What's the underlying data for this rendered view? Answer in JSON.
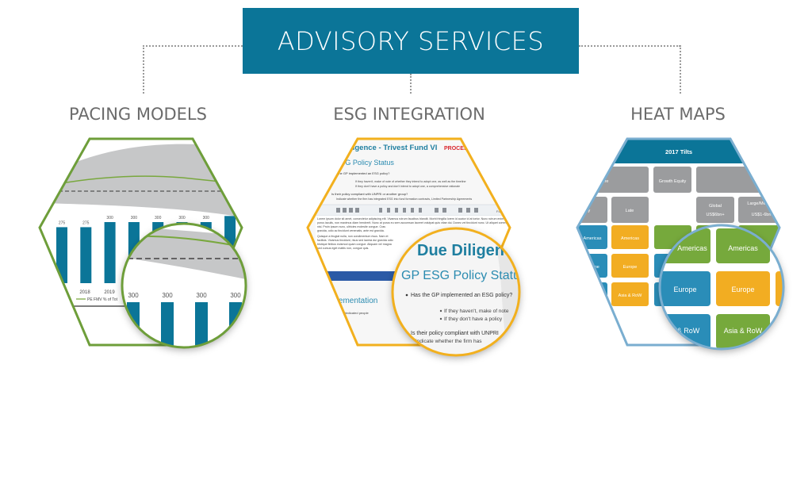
{
  "title": "ADVISORY SERVICES",
  "colors": {
    "brand": "#0b7598",
    "pacing": "#6e9e3a",
    "esg": "#f2b01e",
    "heat": "#7aaed0"
  },
  "sections": {
    "pacing": {
      "heading": "PACING MODELS",
      "bar_labels": [
        "275",
        "275",
        "300",
        "300",
        "300",
        "300",
        "300"
      ],
      "bar_values": [
        275,
        275,
        300,
        300,
        300,
        300,
        300,
        330
      ],
      "years": [
        "2018",
        "2019"
      ],
      "legend": "PE FMV % of Tot",
      "magnified_labels": [
        "300",
        "300",
        "300",
        "300"
      ]
    },
    "esg": {
      "heading": "ESG INTEGRATION",
      "doc_title": "Due Diligence - Trivest Fund VI",
      "doc_status": "PROCESSING",
      "section_title": "GP ESG Policy Status",
      "question1": "Has the GP implemented an ESG policy?",
      "bullet1": "If they haven't, make of note of whether they intend to adopt one, as well as the timeline",
      "bullet2": "If they don't have a policy and don't intend to adopt one, a comprehensive rationale",
      "question2": "Is their policy compliant with UNPRI or another group?",
      "question2_detail": "Indicate whether the firm has integrated ESG into fund formation contracts, Limited Partnership Agreements",
      "editor_format": "Format",
      "lorem1": "Lorem ipsum dolor sit amet, consectetur adipiscing elit. Vivamus rutrum faucibus blandit. Morbi fringilla lorem id auctor id at tortor. Nunc rutrum enim nec purus iaculis, non maximus diam hendrerit. Nunc at purus eu sem accumsan laoreet volutpat quis vitae dui. Donec vel tincidunt nunc. Ut aliquet commodo nisl. Proin ipsum nunc, ultricies molestie congue. Cras gravida, odio ac tincidunt venenatis, ante est gravida.",
      "lorem2": "Quisque a feugiat nulla, non condimentum risus. Nam et facilisis. Vivamus tincidunt, risus sed lacinia dui gravida odio tristique finibus euismod quam congue. Aliquam vel magna sed cursus eget mattis non, congue quis.",
      "section2_title": "Implementation",
      "section2_text": "Whether dedicated people",
      "magnified": {
        "title": "Due Diligence",
        "section": "GP ESG Policy Status",
        "q1": "Has the GP implemented an ESG policy?",
        "b1": "If they haven't, make of note",
        "b2": "If they don't have a policy",
        "q2": "Is their policy compliant with UNPRI",
        "q2d": "Indicate whether the firm has"
      }
    },
    "heat": {
      "heading": "HEAT MAPS",
      "header": "2017 Tilts",
      "categories": [
        "Venture",
        "Growth Equity"
      ],
      "sub": {
        "late": "Late",
        "global": "Global",
        "global_size": "US$6bn+",
        "large": "Large/Medium",
        "large_size": "US$1-6bn",
        "early": "Early"
      },
      "regions": {
        "americas": "Americas",
        "europe": "Europe",
        "asia": "Asia & RoW"
      }
    }
  }
}
